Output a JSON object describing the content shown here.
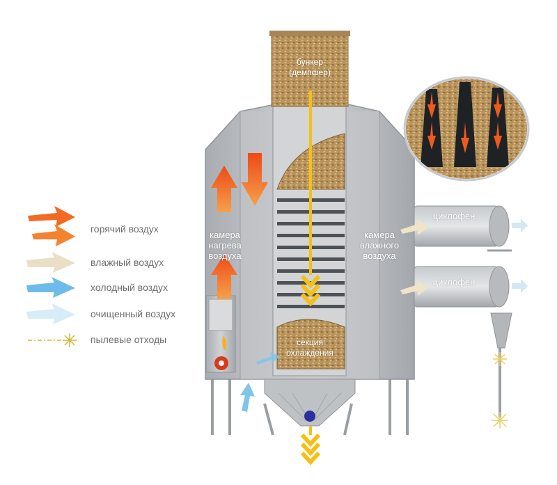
{
  "labels": {
    "bunker": "бункер\n(демпфер)",
    "heating_chamber": "камера\nнагрева\nвоздуха",
    "wet_air_chamber": "камера\nвлажного\nвоздуха",
    "cooling_section": "секция\nохлаждения",
    "cyclofan_top": "циклофен",
    "cyclofan_bottom": "циклофен"
  },
  "legend": [
    {
      "icon": "hot-air-arrows-icon",
      "text": "горячий воздух",
      "color": "#f2541b"
    },
    {
      "icon": "humid-air-arrow-icon",
      "text": "влажный воздух",
      "color": "#e8d9b8"
    },
    {
      "icon": "cold-air-arrow-icon",
      "text": "холодный воздух",
      "color": "#5eb6e6"
    },
    {
      "icon": "purified-air-arrow-icon",
      "text": "очищенный воздух",
      "color": "#d6ecf8"
    },
    {
      "icon": "dust-waste-icon",
      "text": "пылевые отходы",
      "color": "#d4b437"
    }
  ],
  "colors": {
    "hot_air": "#f2541b",
    "grain_flow": "#f5c016",
    "body": "#b9bcbf",
    "body_dark": "#8f9397",
    "grain": "#b8925b"
  }
}
